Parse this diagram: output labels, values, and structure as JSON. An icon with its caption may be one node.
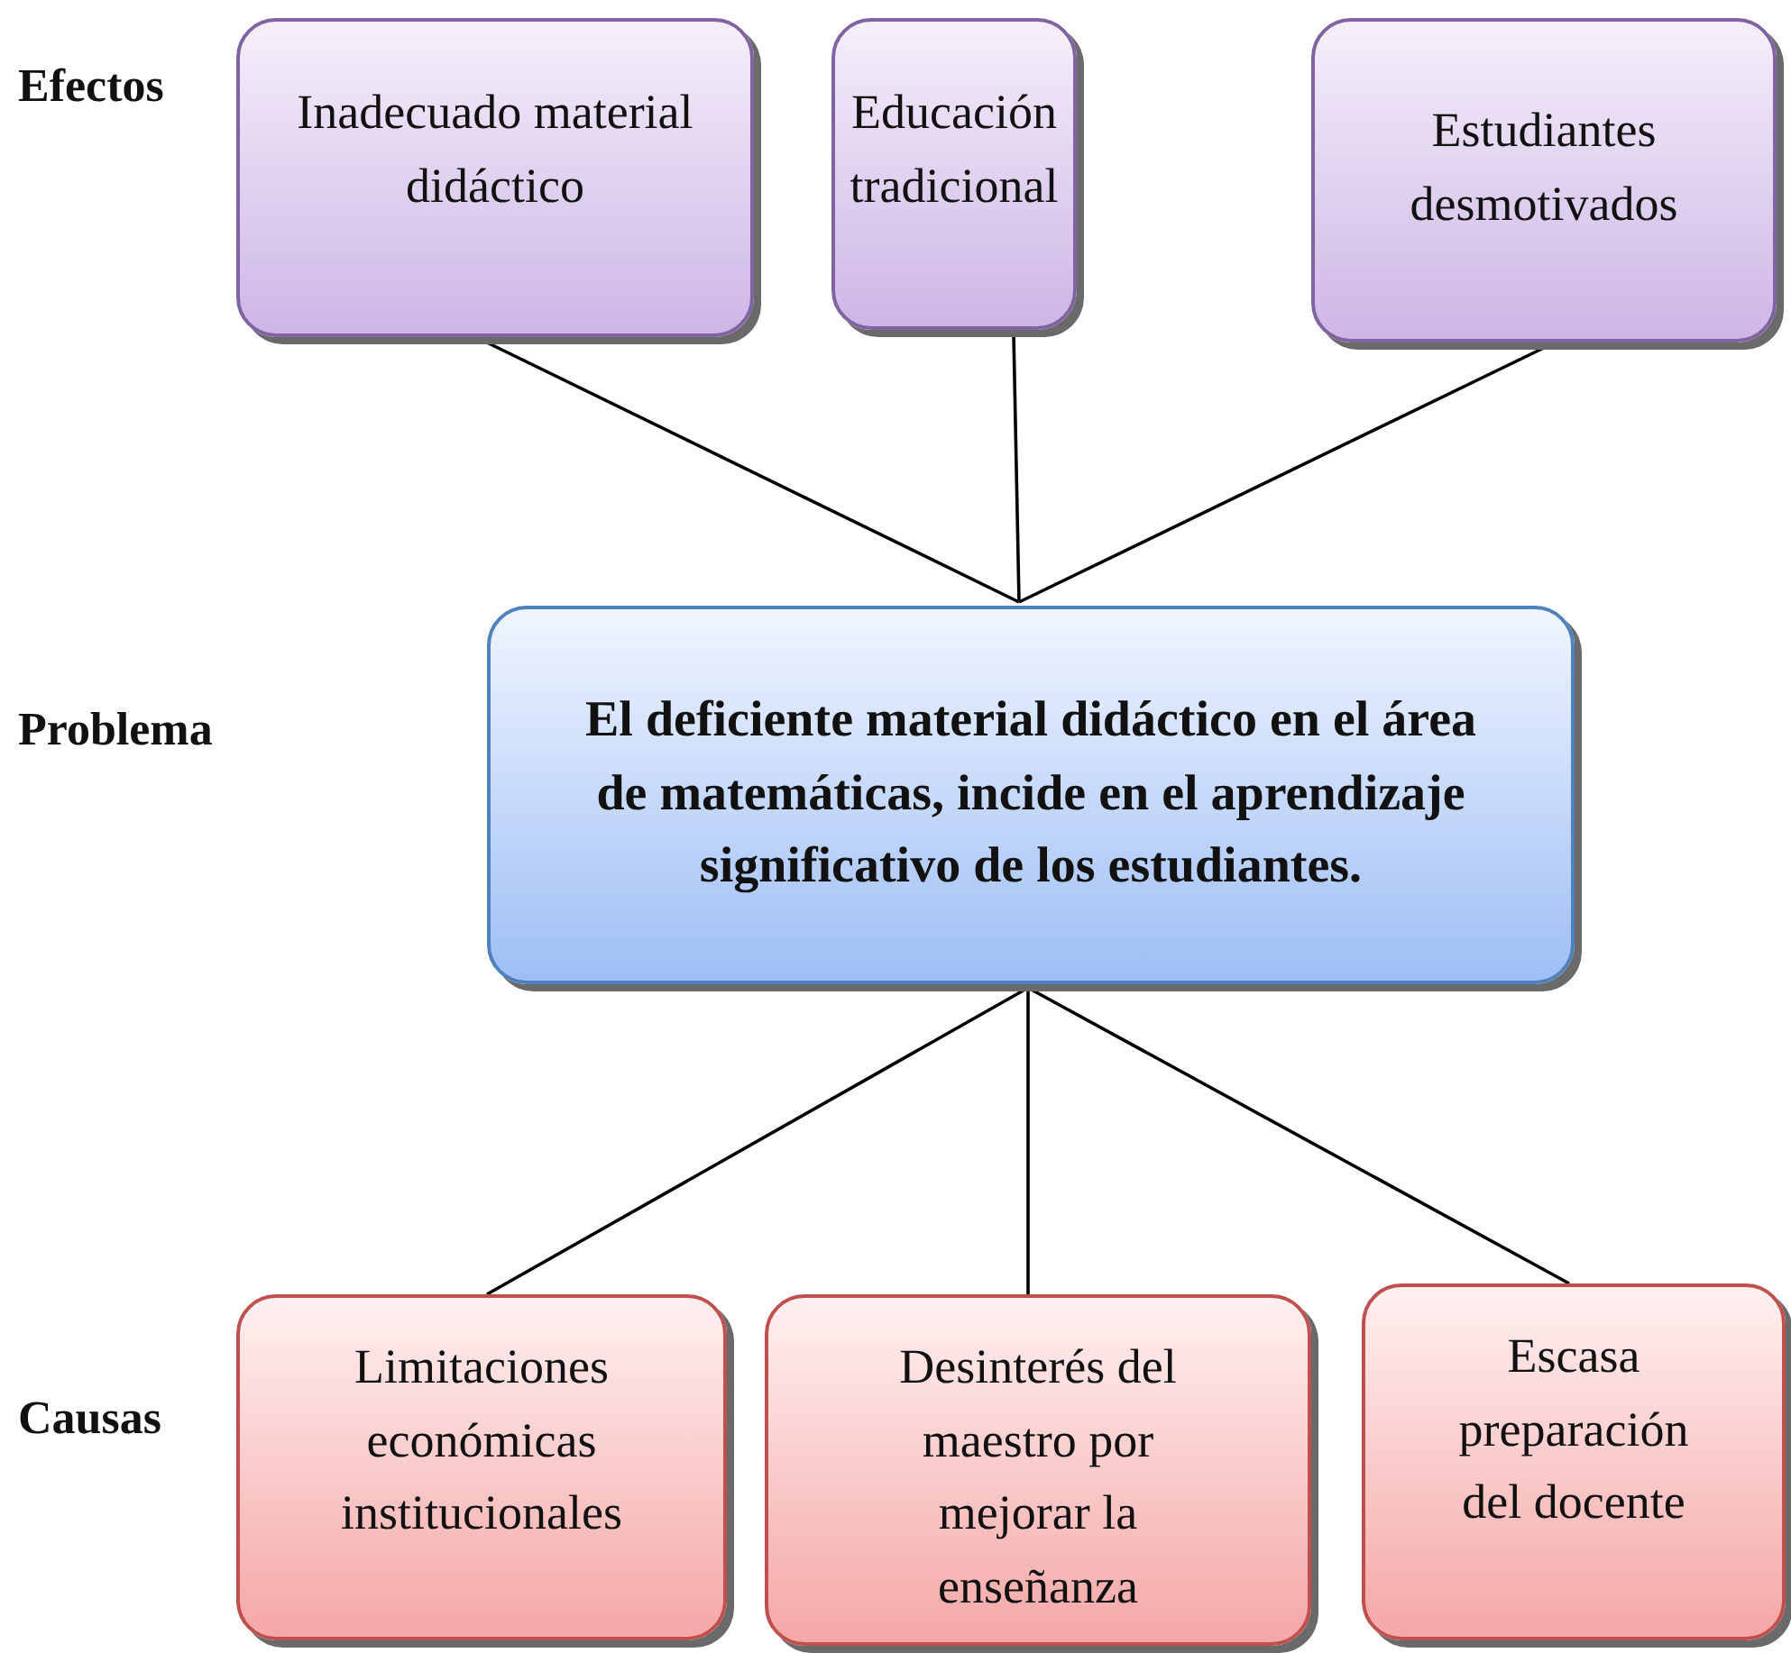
{
  "diagram": {
    "nodes": [
      {
        "text": [
          "Inadecuado material didáctico"
        ]
      },
      {
        "text": [
          "Educación tradicional"
        ]
      },
      {
        "text": [
          "Estudiantes desmotivados"
        ]
      },
      {
        "text": [
          "El deficiente material didáctico en el área de matemáticas, incide en el aprendizaje significativo de los estudiantes."
        ]
      },
      {
        "text": [
          "Limitaciones económicas institucionales"
        ]
      },
      {
        "text": [
          "Desinterés del maestro por mejorar la enseñanza"
        ]
      },
      {
        "text": [
          "Escasa preparación del docente"
        ]
      }
    ],
    "edges": [
      {
        "from": 0,
        "to": 3,
        "arrow": "none"
      },
      {
        "from": 1,
        "to": 3,
        "arrow": "none"
      },
      {
        "from": 2,
        "to": 3,
        "arrow": "none"
      },
      {
        "from": 3,
        "to": 4,
        "arrow": "none"
      },
      {
        "from": 3,
        "to": 5,
        "arrow": "none"
      },
      {
        "from": 3,
        "to": 6,
        "arrow": "none"
      }
    ],
    "labels": [
      "Efectos",
      "Problema",
      "Causas"
    ]
  }
}
